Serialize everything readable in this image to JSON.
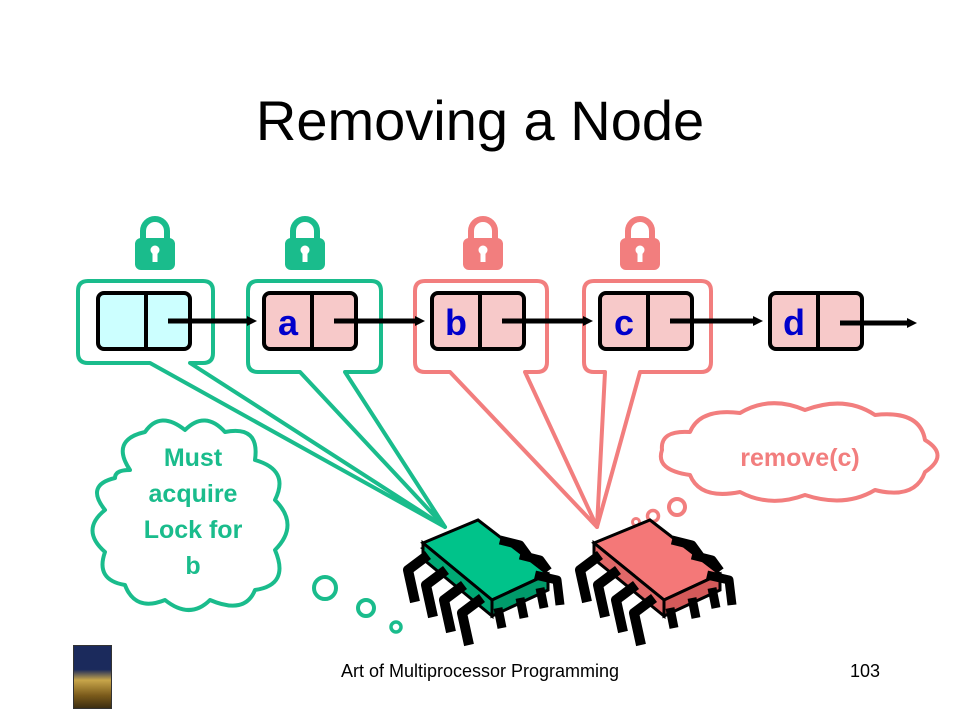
{
  "title": "Removing a Node",
  "nodes": [
    "",
    "a",
    "b",
    "c",
    "d"
  ],
  "thought_left": [
    "Must",
    "acquire",
    "Lock for",
    "b"
  ],
  "thought_right": "remove(c)",
  "footer": "Art of Multiprocessor Programming",
  "page_number": "103",
  "colors": {
    "green": "#1abc8c",
    "red": "#f27e7e",
    "sentinel_fill": "#ccffff",
    "node_fill": "#f7c9c9",
    "green_chip": "#00c38a",
    "red_chip": "#f47878"
  }
}
